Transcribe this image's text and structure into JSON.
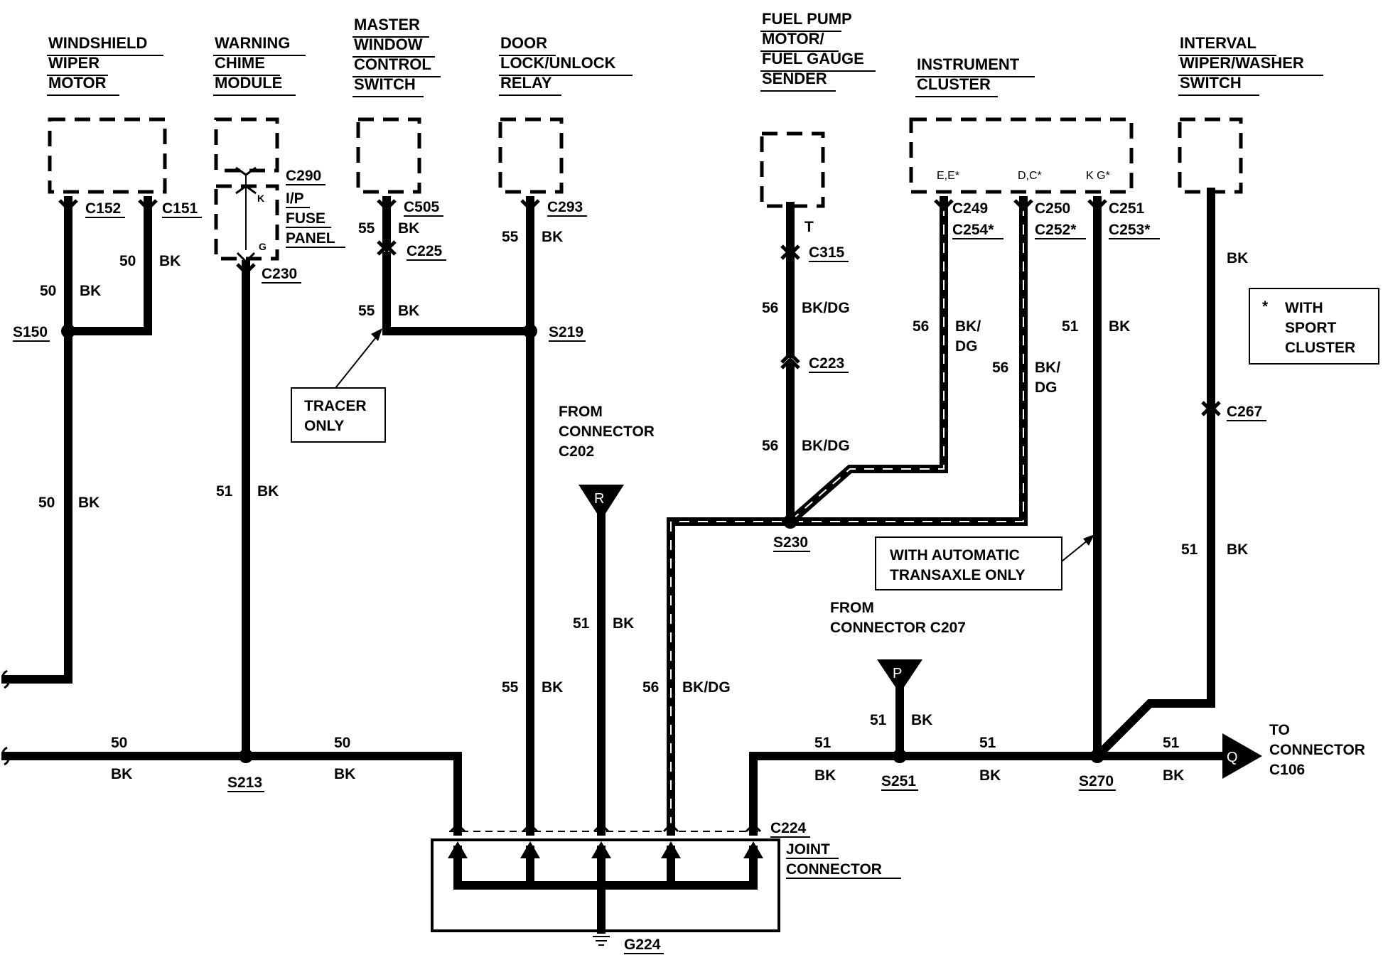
{
  "components": {
    "wiper_motor": [
      "WINDSHIELD",
      "WIPER",
      "MOTOR"
    ],
    "chime_module": [
      "WARNING",
      "CHIME",
      "MODULE"
    ],
    "window_switch": [
      "MASTER",
      "WINDOW",
      "CONTROL",
      "SWITCH"
    ],
    "door_relay": [
      "DOOR",
      "LOCK/UNLOCK",
      "RELAY"
    ],
    "fuel_pump": [
      "FUEL PUMP",
      "MOTOR/",
      "FUEL GAUGE",
      "SENDER"
    ],
    "cluster": [
      "INSTRUMENT",
      "CLUSTER"
    ],
    "interval_wiper": [
      "INTERVAL",
      "WIPER/WASHER",
      "SWITCH"
    ],
    "fuse_panel": [
      "I/P",
      "FUSE",
      "PANEL"
    ],
    "joint_connector": [
      "JOINT",
      "CONNECTOR"
    ]
  },
  "connectors": {
    "c152": "C152",
    "c151": "C151",
    "c290": "C290",
    "c230": "C230",
    "c505": "C505",
    "c225": "C225",
    "c293": "C293",
    "c315": "C315",
    "c223": "C223",
    "c249": "C249",
    "c254": "C254*",
    "c250": "C250",
    "c252": "C252*",
    "c251": "C251",
    "c253": "C253*",
    "c267": "C267",
    "c224": "C224",
    "g224": "G224"
  },
  "splices": {
    "s150": "S150",
    "s213": "S213",
    "s219": "S219",
    "s230": "S230",
    "s251": "S251",
    "s270": "S270"
  },
  "pins": {
    "k": "K",
    "g": "G",
    "t": "T",
    "cluster_e": "E,E*",
    "cluster_d": "D,C*",
    "cluster_k": "K G*"
  },
  "wires": {
    "c152_down": {
      "gauge": "50",
      "color": "BK"
    },
    "c151_down": {
      "gauge": "50",
      "color": "BK"
    },
    "s150_down": {
      "gauge": "50",
      "color": "BK"
    },
    "c230_down": {
      "gauge": "51",
      "color": "BK"
    },
    "c505_down": {
      "gauge": "55",
      "color": "BK"
    },
    "c225_down": {
      "gauge": "55",
      "color": "BK"
    },
    "c293_down": {
      "gauge": "55",
      "color": "BK"
    },
    "s219_down": {
      "gauge": "55",
      "color": "BK"
    },
    "c315_down": {
      "gauge": "56",
      "color": "BK/DG"
    },
    "c223_down": {
      "gauge": "56",
      "color": "BK/DG"
    },
    "c249_down": {
      "gauge": "56",
      "color": "BK/",
      "color2": "DG"
    },
    "c250_down": {
      "gauge": "56",
      "color": "BK/",
      "color2": "DG"
    },
    "c251_down": {
      "gauge": "51",
      "color": "BK"
    },
    "interval_upper": {
      "color": "BK"
    },
    "c267_down": {
      "gauge": "51",
      "color": "BK"
    },
    "conn_r_down": {
      "gauge": "51",
      "color": "BK"
    },
    "s230_down": {
      "gauge": "56",
      "color": "BK/DG"
    },
    "conn_p_down": {
      "gauge": "51",
      "color": "BK"
    },
    "bottom_left": {
      "gauge": "50",
      "color": "BK"
    },
    "bottom_mid": {
      "gauge": "50",
      "color": "BK"
    },
    "right_1": {
      "gauge": "51",
      "color": "BK"
    },
    "right_2": {
      "gauge": "51",
      "color": "BK"
    },
    "right_3": {
      "gauge": "51",
      "color": "BK"
    }
  },
  "connector_refs": {
    "r": {
      "letter": "R",
      "lines": [
        "FROM",
        "CONNECTOR",
        "C202"
      ]
    },
    "p": {
      "letter": "P",
      "lines": [
        "FROM",
        "CONNECTOR C207"
      ]
    },
    "q": {
      "letter": "Q",
      "lines": [
        "TO",
        "CONNECTOR",
        "C106"
      ]
    }
  },
  "notes": {
    "tracer": [
      "TRACER",
      "ONLY"
    ],
    "automatic": [
      "WITH AUTOMATIC",
      "TRANSAXLE ONLY"
    ],
    "sport_star": "*",
    "sport": [
      "WITH",
      "SPORT",
      "CLUSTER"
    ]
  },
  "colors": {
    "ink": "#000000",
    "paper": "#ffffff"
  }
}
